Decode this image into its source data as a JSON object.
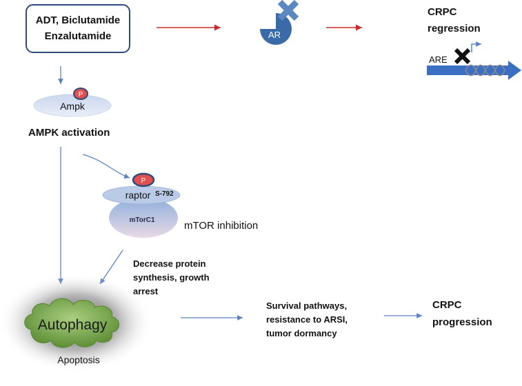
{
  "treatment_box": {
    "line1": "ADT, Biclutamide",
    "line2": "Enzalutamide"
  },
  "ar_receptor": {
    "label": "AR"
  },
  "crpc_regression": {
    "line1": "CRPC",
    "line2": "regression"
  },
  "gene": {
    "element_label": "ARE"
  },
  "ampk": {
    "label": "Ampk",
    "phospho": "P",
    "caption": "AMPK activation"
  },
  "mtor": {
    "raptor_label": "raptor",
    "site_label": "S-792",
    "complex_label": "mTorC1",
    "phospho": "P",
    "caption": "mTOR inhibition"
  },
  "effects": {
    "line1": "Decrease protein",
    "line2": "synthesis, growth",
    "line3": "arrest"
  },
  "autophagy": {
    "label": "Autophagy",
    "caption": "Apoptosis"
  },
  "survival": {
    "line1": "Survival pathways,",
    "line2": "resistance to ARSI,",
    "line3": "tumor dormancy"
  },
  "crpc_progression": {
    "line1": "CRPC",
    "line2": "progression"
  },
  "colors": {
    "box_border": "#2f4a7a",
    "ar_blue": "#3a6aa8",
    "x_blue": "#5b88c0",
    "arrow_red": "#cc2a2a",
    "arrow_blue": "#5a82c4",
    "ellipse_fill": "#d6e0ef",
    "phospho_red": "#e05050",
    "autophagy_green": "#7aa84e",
    "dna_blue": "#3a6fc4"
  }
}
